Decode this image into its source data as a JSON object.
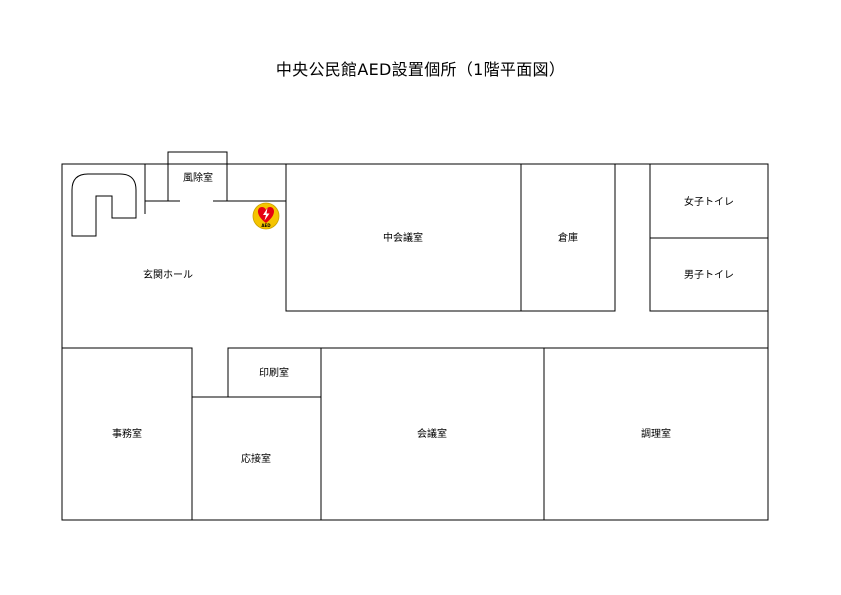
{
  "title": "中央公民館AED設置個所（1階平面図）",
  "rooms": {
    "windbreak": "風除室",
    "entrance_hall": "玄関ホール",
    "middle_meeting_room": "中会議室",
    "storage": "倉庫",
    "womens_restroom": "女子トイレ",
    "mens_restroom": "男子トイレ",
    "printing_room": "印刷室",
    "office": "事務室",
    "reception_room": "応接室",
    "meeting_room": "会議室",
    "cooking_room": "調理室"
  },
  "aed": {
    "label": "AED",
    "colors": {
      "badge": "#f5c400",
      "heart": "#e60012",
      "bolt": "#ffffff"
    }
  }
}
